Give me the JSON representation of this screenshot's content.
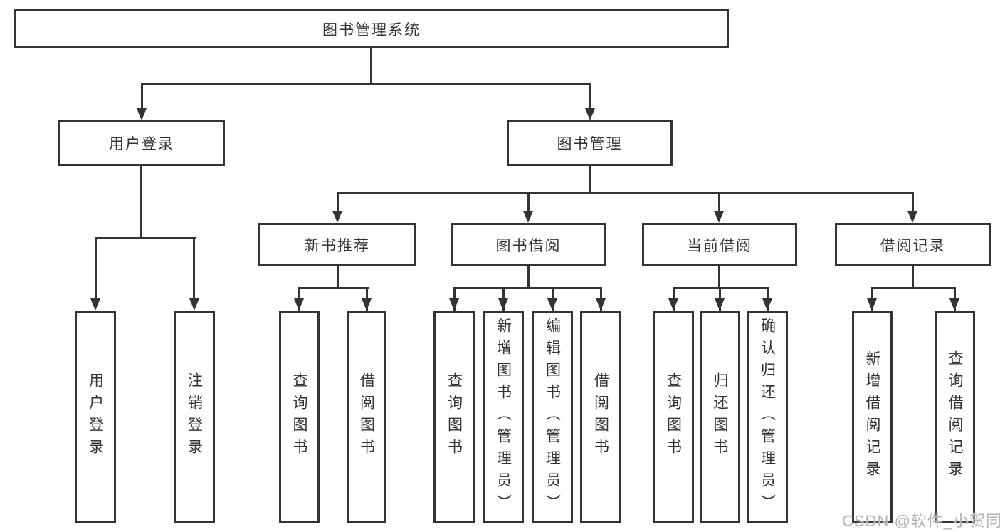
{
  "diagram": {
    "root": {
      "label": "图书管理系统"
    },
    "level2": [
      {
        "label": "用户登录"
      },
      {
        "label": "图书管理"
      }
    ],
    "level3": [
      {
        "label": "新书推荐"
      },
      {
        "label": "图书借阅"
      },
      {
        "label": "当前借阅"
      },
      {
        "label": "借阅记录"
      }
    ],
    "leaves": [
      "用户登录",
      "注销登录",
      "查询图书",
      "借阅图书",
      "查询图书",
      "新增图书（管理员）",
      "编辑图书（管理员）",
      "借阅图书",
      "查询图书",
      "归还图书",
      "确认归还（管理员）",
      "新增借阅记录",
      "查询借阅记录"
    ],
    "line_color": "#333333"
  },
  "watermark": {
    "text": "CSDN @软件_小贺同学",
    "color": "#b3b3b3"
  }
}
